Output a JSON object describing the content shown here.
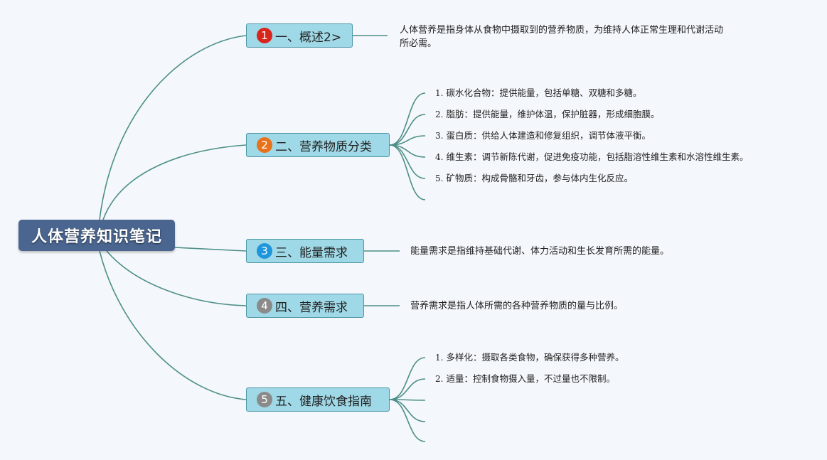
{
  "root": {
    "title": "人体营养知识笔记"
  },
  "colors": {
    "connector": "#4d8f88",
    "root_fill": "#4a6690",
    "topic_fill": "#9fd8e6",
    "topic_border": "#4d96a6"
  },
  "topics": [
    {
      "badge": "1",
      "badge_color": "#d8261c",
      "label": "一、概述2>",
      "note": [
        "人体营养是指身体从食物中摄取到的营养物质，为维持人体正常生理和代谢活动",
        "所必需。"
      ]
    },
    {
      "badge": "2",
      "badge_color": "#e8721c",
      "label": "二、营养物质分类",
      "items": [
        {
          "num": "1.",
          "text": "碳水化合物：提供能量，包括单糖、双糖和多糖。"
        },
        {
          "num": "2.",
          "text": "脂肪：提供能量，维护体温，保护脏器，形成细胞膜。"
        },
        {
          "num": "3.",
          "text": "蛋白质：供给人体建造和修复组织，调节体液平衡。"
        },
        {
          "num": "4.",
          "text": "维生素：调节新陈代谢，促进免疫功能，包括脂溶性维生素和水溶性维生素。"
        },
        {
          "num": "5.",
          "text": "矿物质：构成骨骼和牙齿，参与体内生化反应。"
        }
      ]
    },
    {
      "badge": "3",
      "badge_color": "#1e96dc",
      "label": "三、能量需求",
      "note": [
        "能量需求是指维持基础代谢、体力活动和生长发育所需的能量。"
      ]
    },
    {
      "badge": "4",
      "badge_color": "#8a8a8a",
      "label": "四、营养需求",
      "note": [
        "营养需求是指人体所需的各种营养物质的量与比例。"
      ]
    },
    {
      "badge": "5",
      "badge_color": "#8a8a8a",
      "label": "五、健康饮食指南",
      "items": [
        {
          "num": "1.",
          "text": "多样化：摄取各类食物，确保获得多种营养。"
        },
        {
          "num": "2.",
          "text": "适量：控制食物摄入量，不过量也不限制。"
        }
      ]
    }
  ]
}
